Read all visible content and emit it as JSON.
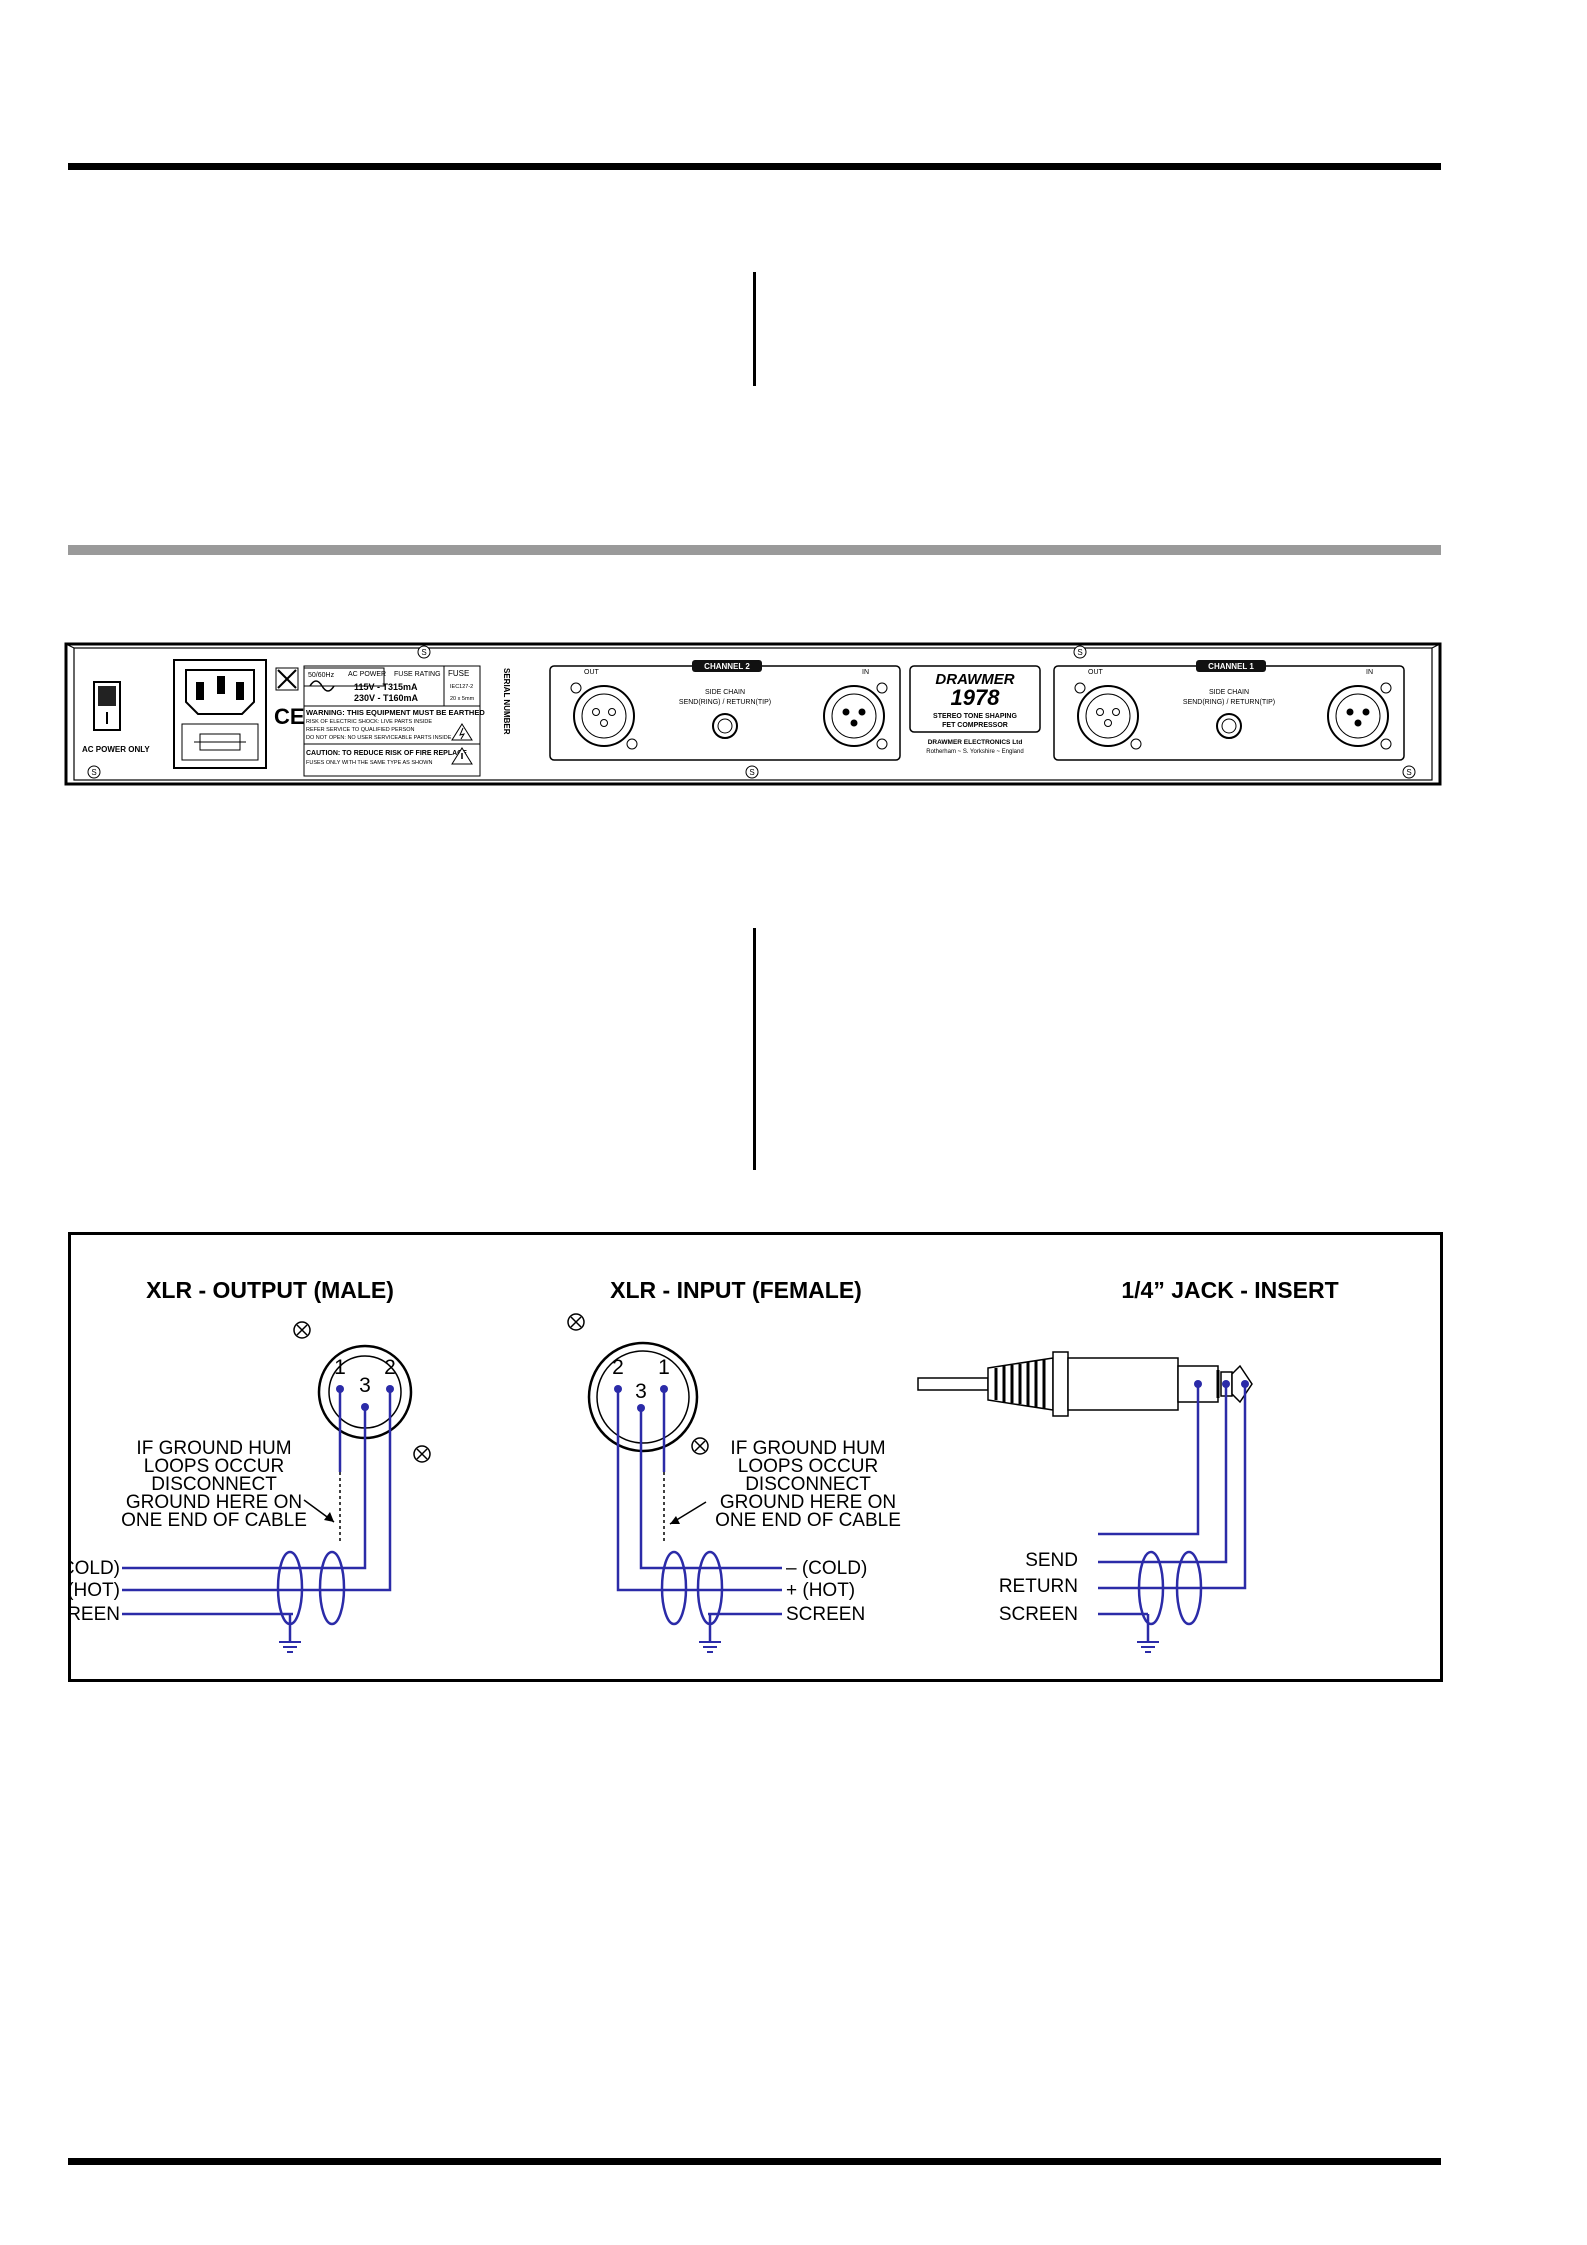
{
  "rear_panel": {
    "ac_power_only": "AC POWER ONLY",
    "freq_badge": "50/60Hz",
    "ac_power_header": "AC POWER",
    "fuse_rating_header": "FUSE RATING",
    "fuse_header": "FUSE",
    "v115": "115V  -  T315mA",
    "v230": "230V  -  T160mA",
    "fuse_spec1": "IEC127-2",
    "fuse_spec2": "20 x 5mm",
    "ce_mark": "CE",
    "warning_line1": "WARNING: THIS EQUIPMENT MUST BE EARTHED",
    "warning_line2": "RISK OF ELECTRIC SHOCK: LIVE PARTS INSIDE",
    "warning_line3": "REFER SERVICE TO QUALIFIED PERSON",
    "warning_line4": "DO NOT OPEN: NO USER SERVICEABLE PARTS INSIDE",
    "caution_line1": "CAUTION: TO REDUCE RISK OF FIRE REPLACE",
    "caution_line2": "FUSES ONLY WITH THE SAME TYPE AS SHOWN",
    "serial_number": "SERIAL NUMBER",
    "channel2": "CHANNEL 2",
    "channel1": "CHANNEL 1",
    "out_label": "OUT",
    "in_label": "IN",
    "side_chain": "SIDE CHAIN",
    "send_return": "SEND(RING) / RETURN(TIP)",
    "logo_brand": "DRAWMER",
    "logo_model": "1978",
    "logo_tag1": "STEREO TONE SHAPING",
    "logo_tag2": "FET COMPRESSOR",
    "company": "DRAWMER ELECTRONICS Ltd",
    "address": "Rotherham  ~  S. Yorkshire  ~  England",
    "screw_label": "S"
  },
  "wiring": {
    "xlr_output_title": "XLR - OUTPUT (MALE)",
    "xlr_input_title": "XLR - INPUT (FEMALE)",
    "jack_title": "1/4” JACK - INSERT",
    "pin1": "1",
    "pin2": "2",
    "pin3": "3",
    "hum_line1": "IF GROUND HUM",
    "hum_line2": "LOOPS OCCUR",
    "hum_line3": "DISCONNECT",
    "hum_line4": "GROUND HERE ON",
    "hum_line5": "ONE END OF CABLE",
    "cold": "– (COLD)",
    "hot": "+ (HOT)",
    "screen": "SCREEN",
    "send": "SEND",
    "return": "RETURN",
    "wire_color": "#2b2ba8"
  }
}
